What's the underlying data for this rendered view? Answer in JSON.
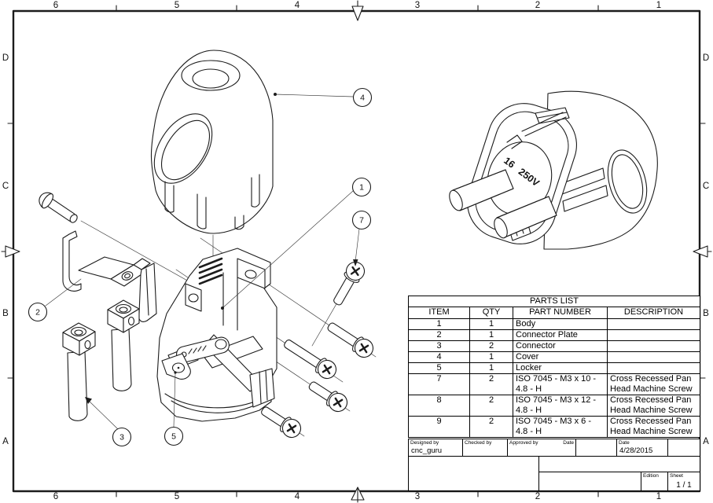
{
  "drawing": {
    "zone_columns": [
      "6",
      "5",
      "4",
      "3",
      "2",
      "1"
    ],
    "zone_rows": [
      "D",
      "C",
      "B",
      "A"
    ],
    "balloons": [
      "4",
      "1",
      "7",
      "2",
      "3",
      "5"
    ],
    "plug_marking": "16 250V"
  },
  "parts_list": {
    "title": "PARTS LIST",
    "headers": [
      "ITEM",
      "QTY",
      "PART NUMBER",
      "DESCRIPTION"
    ],
    "rows": [
      {
        "item": "1",
        "qty": "1",
        "part_number": "Body",
        "description": ""
      },
      {
        "item": "2",
        "qty": "1",
        "part_number": "Connector Plate",
        "description": ""
      },
      {
        "item": "3",
        "qty": "2",
        "part_number": "Connector",
        "description": ""
      },
      {
        "item": "4",
        "qty": "1",
        "part_number": "Cover",
        "description": ""
      },
      {
        "item": "5",
        "qty": "1",
        "part_number": "Locker",
        "description": ""
      },
      {
        "item": "7",
        "qty": "2",
        "part_number": "ISO 7045 - M3 x 10 - 4.8 - H",
        "description": "Cross Recessed Pan Head Machine Screw"
      },
      {
        "item": "8",
        "qty": "2",
        "part_number": "ISO 7045 - M3 x 12 - 4.8 - H",
        "description": "Cross Recessed Pan Head Machine Screw"
      },
      {
        "item": "9",
        "qty": "2",
        "part_number": "ISO 7045 - M3 x 6 - 4.8 - H",
        "description": "Cross Recessed Pan Head Machine Screw"
      }
    ]
  },
  "title_block": {
    "designed_by_label": "Designed by",
    "designed_by_value": "cnc_guru",
    "checked_by_label": "Checked by",
    "approved_by_label": "Approved by",
    "approved_date_label": "Date",
    "date_label": "Date",
    "date_value": "4/28/2015",
    "edition_label": "Edition",
    "sheet_label": "Sheet",
    "sheet_value": "1 / 1"
  }
}
